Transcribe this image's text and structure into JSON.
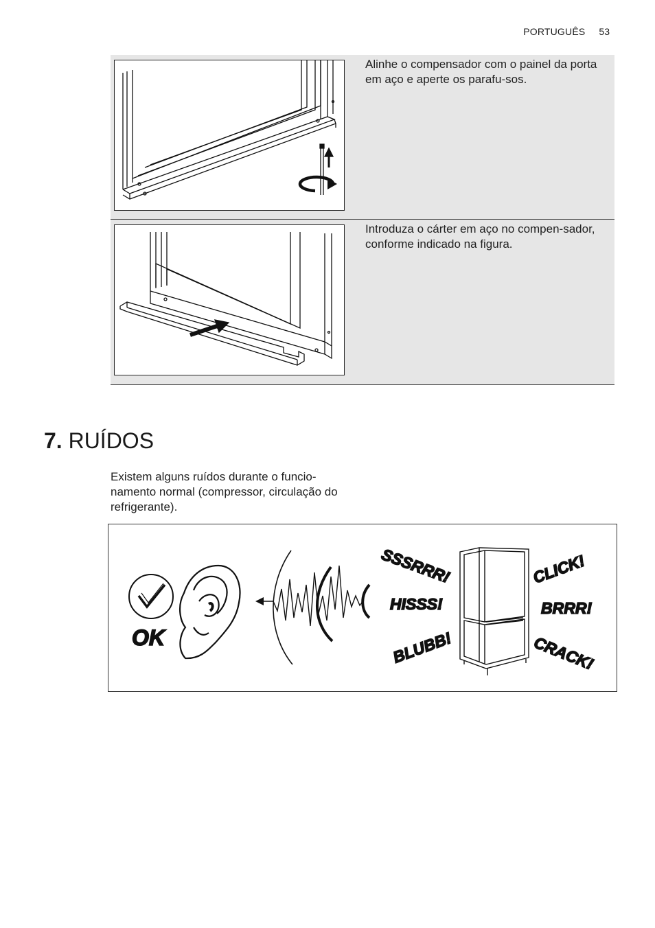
{
  "header": {
    "language": "PORTUGUÊS",
    "page_number": "53"
  },
  "steps": [
    {
      "text": "Alinhe o compensador com o painel da porta em aço e aperte os parafu-sos."
    },
    {
      "text": "Introduza o cárter em aço no compen-sador, conforme indicado na figura."
    }
  ],
  "section": {
    "number": "7.",
    "title": "RUÍDOS"
  },
  "intro": "Existem alguns ruídos durante o funcio-namento normal (compressor, circulação do refrigerante).",
  "noises": {
    "ok_label": "OK",
    "sounds": [
      "SSSRRR!",
      "HISSS!",
      "BLUBB!",
      "CLICK!",
      "BRRR!",
      "CRACK!"
    ]
  }
}
